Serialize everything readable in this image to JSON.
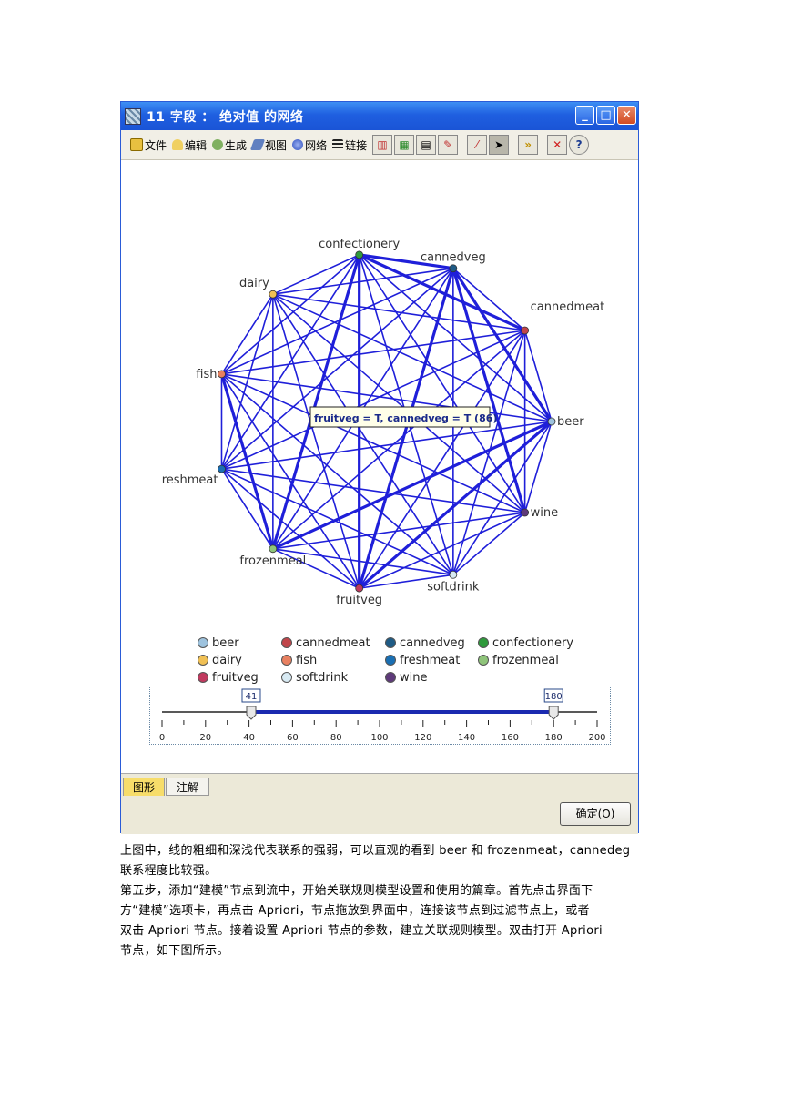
{
  "window": {
    "title": "11 字段 ： 绝对值 的网络",
    "controls": {
      "minimize": "_",
      "maximize": "□",
      "close": "✕"
    }
  },
  "toolbar": {
    "menus": [
      {
        "label": "文件",
        "icon": "file-menu-icon",
        "color": "#e8c040"
      },
      {
        "label": "编辑",
        "icon": "edit-menu-icon",
        "color": "#f0d060"
      },
      {
        "label": "生成",
        "icon": "generate-menu-icon",
        "color": "#80b060"
      },
      {
        "label": "视图",
        "icon": "view-menu-icon",
        "color": "#6080c0"
      },
      {
        "label": "网络",
        "icon": "network-menu-icon",
        "color": "#5070d0"
      },
      {
        "label": "链接",
        "icon": "links-menu-icon",
        "color": "#222222"
      }
    ]
  },
  "graph": {
    "edge_color": "#1f1fd9",
    "tooltip": "fruitveg = T, cannedveg = T (86)",
    "nodes": [
      {
        "name": "beer",
        "color": "#9ec3de",
        "label_pos": "right"
      },
      {
        "name": "cannedmeat",
        "color": "#c0454a",
        "label_pos": "above-right"
      },
      {
        "name": "cannedveg",
        "color": "#1f5b85",
        "label_pos": "above"
      },
      {
        "name": "confectionery",
        "color": "#2f9a3c",
        "label_pos": "above"
      },
      {
        "name": "dairy",
        "color": "#f0c055",
        "label_pos": "above-left"
      },
      {
        "name": "fish",
        "color": "#e88060",
        "label_pos": "left"
      },
      {
        "name": "reshmeat",
        "color": "#1a6fb3",
        "label_pos": "below-left"
      },
      {
        "name": "frozenmeal",
        "color": "#8fc47a",
        "label_pos": "below"
      },
      {
        "name": "fruitveg",
        "color": "#c13a5f",
        "label_pos": "below"
      },
      {
        "name": "softdrink",
        "color": "#d8eaf3",
        "label_pos": "below"
      },
      {
        "name": "wine",
        "color": "#5e3a7a",
        "label_pos": "right"
      }
    ]
  },
  "legend": [
    {
      "label": "beer",
      "color": "#9ec3de"
    },
    {
      "label": "cannedmeat",
      "color": "#c0454a"
    },
    {
      "label": "cannedveg",
      "color": "#1f5b85"
    },
    {
      "label": "confectionery",
      "color": "#2f9a3c"
    },
    {
      "label": "dairy",
      "color": "#f0c055"
    },
    {
      "label": "fish",
      "color": "#e88060"
    },
    {
      "label": "freshmeat",
      "color": "#1a6fb3"
    },
    {
      "label": "frozenmeal",
      "color": "#8fc47a"
    },
    {
      "label": "fruitveg",
      "color": "#c13a5f"
    },
    {
      "label": "softdrink",
      "color": "#d8eaf3"
    },
    {
      "label": "wine",
      "color": "#5e3a7a"
    }
  ],
  "slider": {
    "min": 0,
    "max": 200,
    "low": 41,
    "high": 180,
    "low_label": "41",
    "high_label": "180",
    "tick_labels": [
      "0",
      "20",
      "40",
      "60",
      "80",
      "100",
      "120",
      "140",
      "160",
      "180",
      "200"
    ]
  },
  "tabs": [
    {
      "label": "图形",
      "active": true
    },
    {
      "label": "注解",
      "active": false
    }
  ],
  "ok_button": "确定(O)",
  "caption": [
    "上图中，线的粗细和深浅代表联系的强弱，可以直观的看到 beer 和 frozenmeat，cannedeg",
    "联系程度比较强。",
    "第五步，添加“建模”节点到流中，开始关联规则模型设置和使用的篇章。首先点击界面下",
    "方“建模”选项卡，再点击 Apriori，节点拖放到界面中，连接该节点到过滤节点上，或者",
    "双击 Apriori 节点。接着设置 Apriori 节点的参数，建立关联规则模型。双击打开 Apriori",
    "节点，如下图所示。"
  ]
}
